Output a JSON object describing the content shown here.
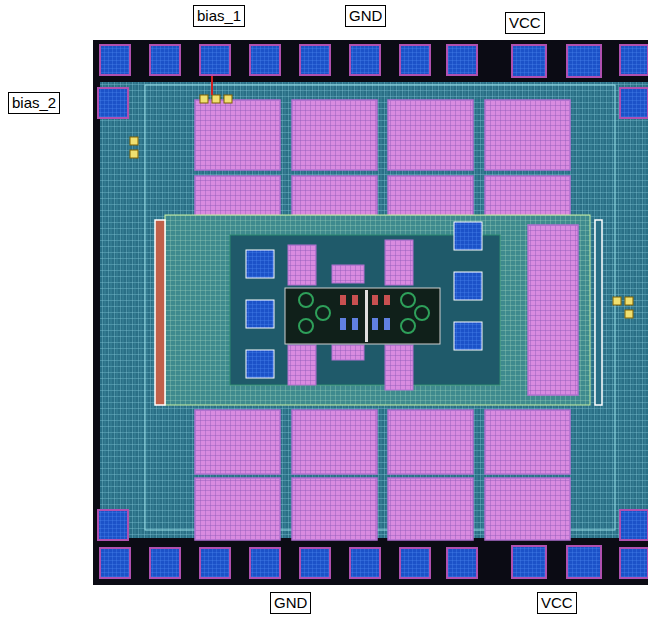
{
  "diagram": {
    "labels": [
      "bias_1",
      "GND",
      "VCC",
      "bias_2",
      "GND",
      "VCC"
    ]
  }
}
